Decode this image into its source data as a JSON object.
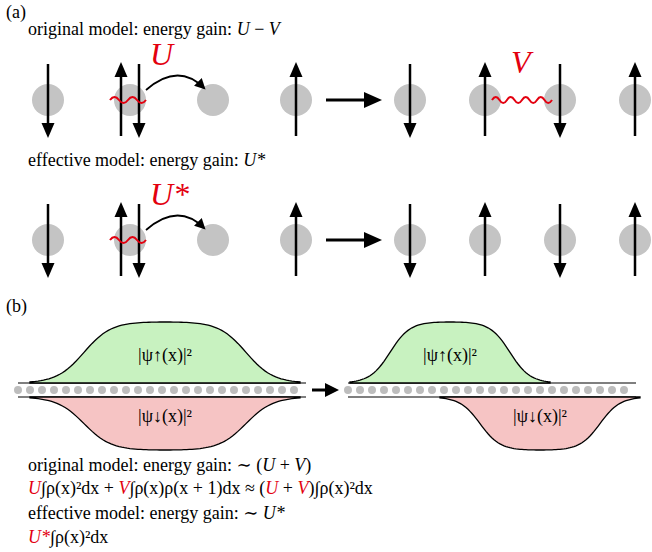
{
  "diagram": {
    "nodes": [
      {
        "text": [
          "|ψ↑(x)|²"
        ]
      },
      {
        "text": [
          "|ψ↓(x)|²"
        ]
      },
      {
        "text": [
          "|ψ↑(x)|²"
        ]
      },
      {
        "text": [
          "|ψ↓(x)|²"
        ]
      }
    ],
    "labels": [
      "(a)",
      "original model: energy gain: U − V",
      "U",
      "V",
      "effective model: energy gain: U*",
      "U*",
      "(b)",
      "original model: energy gain: ∼ (U + V)",
      "U∫ρ(x)²dx + V∫ρ(x)ρ(x + 1)dx ≈ (U + V)∫ρ(x)²dx",
      "effective model: energy gain: ∼ U*",
      "U*∫ρ(x)²dx"
    ]
  }
}
